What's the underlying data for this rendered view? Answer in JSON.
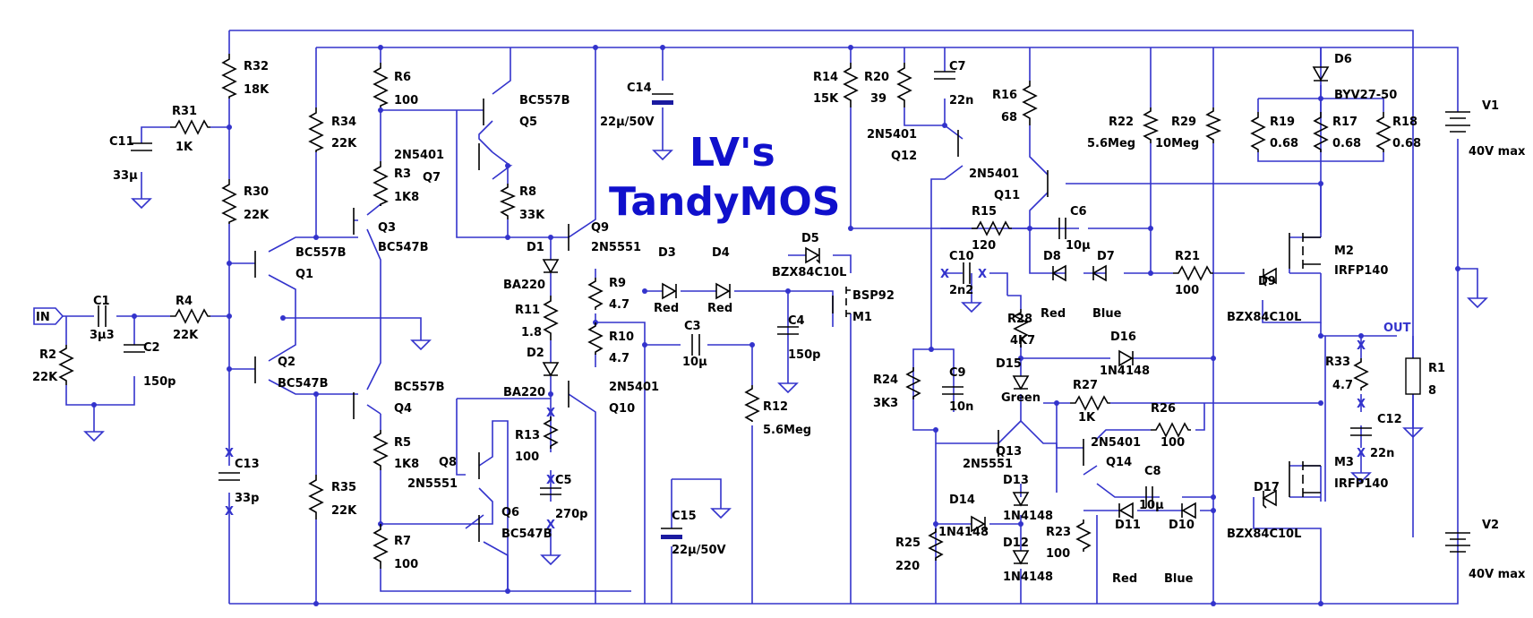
{
  "title": {
    "line1": "LV's",
    "line2": "TandyMOS"
  },
  "port_in": "IN",
  "port_out": "OUT",
  "supplies": [
    {
      "ref": "V1",
      "value": "40V max"
    },
    {
      "ref": "V2",
      "value": "40V max"
    }
  ],
  "resistors": [
    {
      "ref": "R32",
      "value": "18K"
    },
    {
      "ref": "R31",
      "value": "1K"
    },
    {
      "ref": "R30",
      "value": "22K"
    },
    {
      "ref": "R34",
      "value": "22K"
    },
    {
      "ref": "R6",
      "value": "100"
    },
    {
      "ref": "R3",
      "value": "1K8"
    },
    {
      "ref": "R8",
      "value": "33K"
    },
    {
      "ref": "R4",
      "value": "22K"
    },
    {
      "ref": "R2",
      "value": "22K"
    },
    {
      "ref": "R11",
      "value": "1.8"
    },
    {
      "ref": "R9",
      "value": "4.7"
    },
    {
      "ref": "R10",
      "value": "4.7"
    },
    {
      "ref": "R13",
      "value": "100"
    },
    {
      "ref": "R5",
      "value": "1K8"
    },
    {
      "ref": "R35",
      "value": "22K"
    },
    {
      "ref": "R7",
      "value": "100"
    },
    {
      "ref": "R12",
      "value": "5.6Meg"
    },
    {
      "ref": "R14",
      "value": "15K"
    },
    {
      "ref": "R20",
      "value": "39"
    },
    {
      "ref": "R16",
      "value": "68"
    },
    {
      "ref": "R22",
      "value": "5.6Meg"
    },
    {
      "ref": "R29",
      "value": "10Meg"
    },
    {
      "ref": "R19",
      "value": "0.68"
    },
    {
      "ref": "R17",
      "value": "0.68"
    },
    {
      "ref": "R18",
      "value": "0.68"
    },
    {
      "ref": "R15",
      "value": "120"
    },
    {
      "ref": "R21",
      "value": "100"
    },
    {
      "ref": "R28",
      "value": "4K7"
    },
    {
      "ref": "R24",
      "value": "3K3"
    },
    {
      "ref": "R27",
      "value": "1K"
    },
    {
      "ref": "R26",
      "value": "100"
    },
    {
      "ref": "R25",
      "value": "220"
    },
    {
      "ref": "R23",
      "value": "100"
    },
    {
      "ref": "R33",
      "value": "4.7"
    },
    {
      "ref": "R1",
      "value": "8"
    }
  ],
  "capacitors": [
    {
      "ref": "C11",
      "value": "33µ"
    },
    {
      "ref": "C1",
      "value": "3µ3"
    },
    {
      "ref": "C2",
      "value": "150p"
    },
    {
      "ref": "C13",
      "value": "33p"
    },
    {
      "ref": "C14",
      "value": "22µ/50V"
    },
    {
      "ref": "C3",
      "value": "10µ"
    },
    {
      "ref": "C4",
      "value": "150p"
    },
    {
      "ref": "C5",
      "value": "270p"
    },
    {
      "ref": "C15",
      "value": "22µ/50V"
    },
    {
      "ref": "C7",
      "value": "22n"
    },
    {
      "ref": "C6",
      "value": "10µ"
    },
    {
      "ref": "C10",
      "value": "2n2"
    },
    {
      "ref": "C9",
      "value": "10n"
    },
    {
      "ref": "C8",
      "value": "10µ"
    },
    {
      "ref": "C12",
      "value": "22n"
    }
  ],
  "transistors": [
    {
      "ref": "Q1",
      "model": "BC557B"
    },
    {
      "ref": "Q2",
      "model": "BC547B"
    },
    {
      "ref": "Q3",
      "model": "BC547B"
    },
    {
      "ref": "Q4",
      "model": "BC557B"
    },
    {
      "ref": "Q5",
      "model": "BC557B"
    },
    {
      "ref": "Q7",
      "model": "2N5401"
    },
    {
      "ref": "Q9",
      "model": "2N5551"
    },
    {
      "ref": "Q10",
      "model": "2N5401"
    },
    {
      "ref": "Q8",
      "model": "2N5551"
    },
    {
      "ref": "Q6",
      "model": "BC547B"
    },
    {
      "ref": "M1",
      "model": "BSP92"
    },
    {
      "ref": "Q12",
      "model": "2N5401"
    },
    {
      "ref": "Q11",
      "model": "2N5401"
    },
    {
      "ref": "M2",
      "model": "IRFP140"
    },
    {
      "ref": "M3",
      "model": "IRFP140"
    },
    {
      "ref": "Q13",
      "model": "2N5551"
    },
    {
      "ref": "Q14",
      "model": "2N5401"
    }
  ],
  "diodes": [
    {
      "ref": "D1",
      "model": "BA220"
    },
    {
      "ref": "D2",
      "model": "BA220"
    },
    {
      "ref": "D3",
      "model": "Red"
    },
    {
      "ref": "D4",
      "model": "Red"
    },
    {
      "ref": "D5",
      "model": "BZX84C10L"
    },
    {
      "ref": "D6",
      "model": "BYV27-50"
    },
    {
      "ref": "D8",
      "model": "Red"
    },
    {
      "ref": "D7",
      "model": "Blue"
    },
    {
      "ref": "D9",
      "model": "BZX84C10L"
    },
    {
      "ref": "D16",
      "model": "1N4148"
    },
    {
      "ref": "D15",
      "model": "Green"
    },
    {
      "ref": "D13",
      "model": "1N4148"
    },
    {
      "ref": "D14",
      "model": "1N4148"
    },
    {
      "ref": "D12",
      "model": "1N4148"
    },
    {
      "ref": "D11",
      "model": "Red"
    },
    {
      "ref": "D10",
      "model": "Blue"
    },
    {
      "ref": "D17",
      "model": "BZX84C10L"
    }
  ],
  "markers": {
    "nc": "X"
  }
}
